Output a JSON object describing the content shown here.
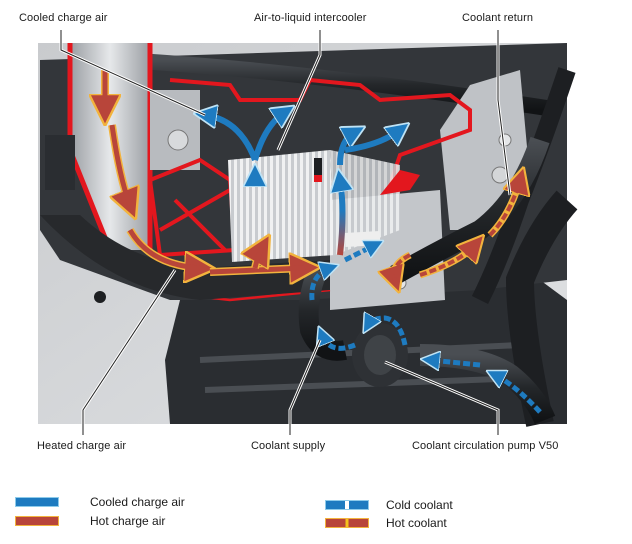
{
  "callouts": {
    "top": [
      {
        "id": "cooled-charge-air",
        "text": "Cooled charge air"
      },
      {
        "id": "air-to-liquid-intercooler",
        "text": "Air-to-liquid intercooler"
      },
      {
        "id": "coolant-return",
        "text": "Coolant return"
      }
    ],
    "bottom": [
      {
        "id": "heated-charge-air",
        "text": "Heated charge air"
      },
      {
        "id": "coolant-supply",
        "text": "Coolant supply"
      },
      {
        "id": "coolant-circulation-pump",
        "text": "Coolant circulation pump V50"
      }
    ]
  },
  "legend": [
    {
      "id": "cooled-charge-air",
      "text": "Cooled charge air",
      "style": "solid",
      "color": "#1e7bc0"
    },
    {
      "id": "hot-charge-air",
      "text": "Hot charge air",
      "style": "solid",
      "color": "#b8453a",
      "outline": "#f2b33d"
    },
    {
      "id": "cold-coolant",
      "text": "Cold coolant",
      "style": "dashed",
      "color": "#1e7bc0"
    },
    {
      "id": "hot-coolant",
      "text": "Hot coolant",
      "style": "dashed",
      "color": "#b8453a",
      "dash_color": "#f5c21d"
    }
  ],
  "colors": {
    "cooled_air": "#1e7bc0",
    "hot_air": "#b8453a",
    "hot_outline": "#f2b33d",
    "cutaway_red": "#e3171e",
    "engine_dark": "#2f3236",
    "background_grey": "#d4d6d8"
  }
}
